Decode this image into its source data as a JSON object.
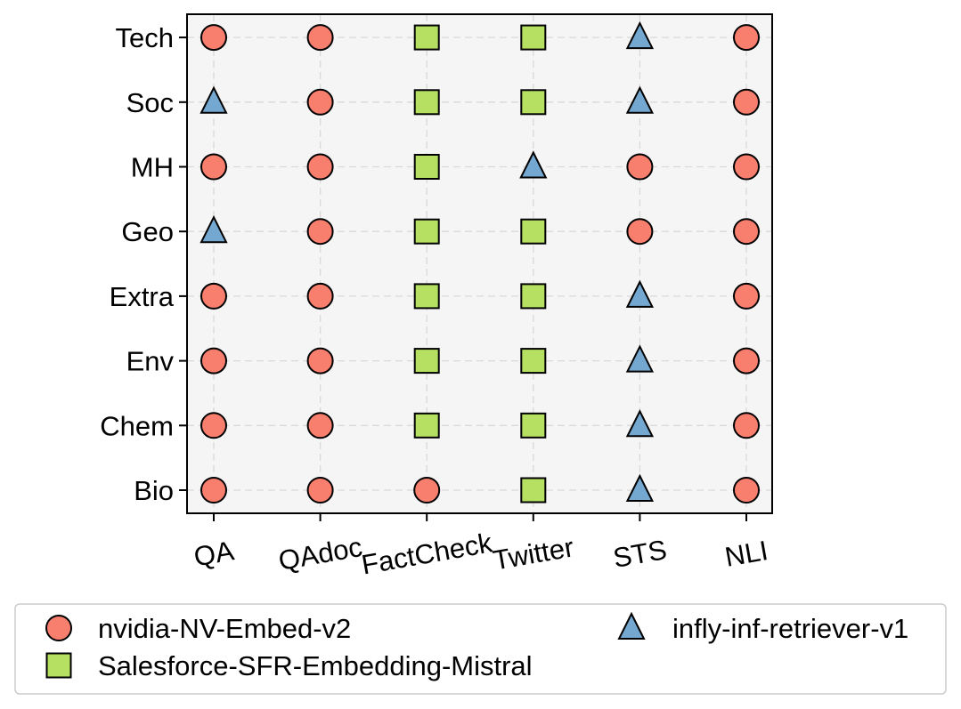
{
  "chart_data": {
    "type": "scatter",
    "title": "",
    "xlabel": "",
    "ylabel": "",
    "x_categories": [
      "QA",
      "QAdoc",
      "FactCheck",
      "Twitter",
      "STS",
      "NLI"
    ],
    "y_categories": [
      "Bio",
      "Chem",
      "Env",
      "Extra",
      "Geo",
      "MH",
      "Soc",
      "Tech"
    ],
    "grid": true,
    "legend_position": "bottom",
    "series": [
      {
        "name": "nvidia-NV-Embed-v2",
        "marker": "circle",
        "color": "#f87f6e",
        "points": [
          {
            "x": "QA",
            "y": "Tech"
          },
          {
            "x": "QAdoc",
            "y": "Tech"
          },
          {
            "x": "NLI",
            "y": "Tech"
          },
          {
            "x": "QAdoc",
            "y": "Soc"
          },
          {
            "x": "NLI",
            "y": "Soc"
          },
          {
            "x": "QA",
            "y": "MH"
          },
          {
            "x": "QAdoc",
            "y": "MH"
          },
          {
            "x": "STS",
            "y": "MH"
          },
          {
            "x": "NLI",
            "y": "MH"
          },
          {
            "x": "QAdoc",
            "y": "Geo"
          },
          {
            "x": "STS",
            "y": "Geo"
          },
          {
            "x": "NLI",
            "y": "Geo"
          },
          {
            "x": "QA",
            "y": "Extra"
          },
          {
            "x": "QAdoc",
            "y": "Extra"
          },
          {
            "x": "NLI",
            "y": "Extra"
          },
          {
            "x": "QA",
            "y": "Env"
          },
          {
            "x": "QAdoc",
            "y": "Env"
          },
          {
            "x": "NLI",
            "y": "Env"
          },
          {
            "x": "QA",
            "y": "Chem"
          },
          {
            "x": "QAdoc",
            "y": "Chem"
          },
          {
            "x": "NLI",
            "y": "Chem"
          },
          {
            "x": "QA",
            "y": "Bio"
          },
          {
            "x": "QAdoc",
            "y": "Bio"
          },
          {
            "x": "FactCheck",
            "y": "Bio"
          },
          {
            "x": "NLI",
            "y": "Bio"
          }
        ]
      },
      {
        "name": "Salesforce-SFR-Embedding-Mistral",
        "marker": "square",
        "color": "#b5e061",
        "points": [
          {
            "x": "FactCheck",
            "y": "Tech"
          },
          {
            "x": "Twitter",
            "y": "Tech"
          },
          {
            "x": "FactCheck",
            "y": "Soc"
          },
          {
            "x": "Twitter",
            "y": "Soc"
          },
          {
            "x": "FactCheck",
            "y": "MH"
          },
          {
            "x": "FactCheck",
            "y": "Geo"
          },
          {
            "x": "Twitter",
            "y": "Geo"
          },
          {
            "x": "FactCheck",
            "y": "Extra"
          },
          {
            "x": "Twitter",
            "y": "Extra"
          },
          {
            "x": "FactCheck",
            "y": "Env"
          },
          {
            "x": "Twitter",
            "y": "Env"
          },
          {
            "x": "FactCheck",
            "y": "Chem"
          },
          {
            "x": "Twitter",
            "y": "Chem"
          },
          {
            "x": "Twitter",
            "y": "Bio"
          }
        ]
      },
      {
        "name": "infly-inf-retriever-v1",
        "marker": "triangle",
        "color": "#74a8d0",
        "points": [
          {
            "x": "STS",
            "y": "Tech"
          },
          {
            "x": "QA",
            "y": "Soc"
          },
          {
            "x": "STS",
            "y": "Soc"
          },
          {
            "x": "Twitter",
            "y": "MH"
          },
          {
            "x": "QA",
            "y": "Geo"
          },
          {
            "x": "STS",
            "y": "Extra"
          },
          {
            "x": "STS",
            "y": "Env"
          },
          {
            "x": "STS",
            "y": "Chem"
          },
          {
            "x": "STS",
            "y": "Bio"
          }
        ]
      }
    ]
  }
}
